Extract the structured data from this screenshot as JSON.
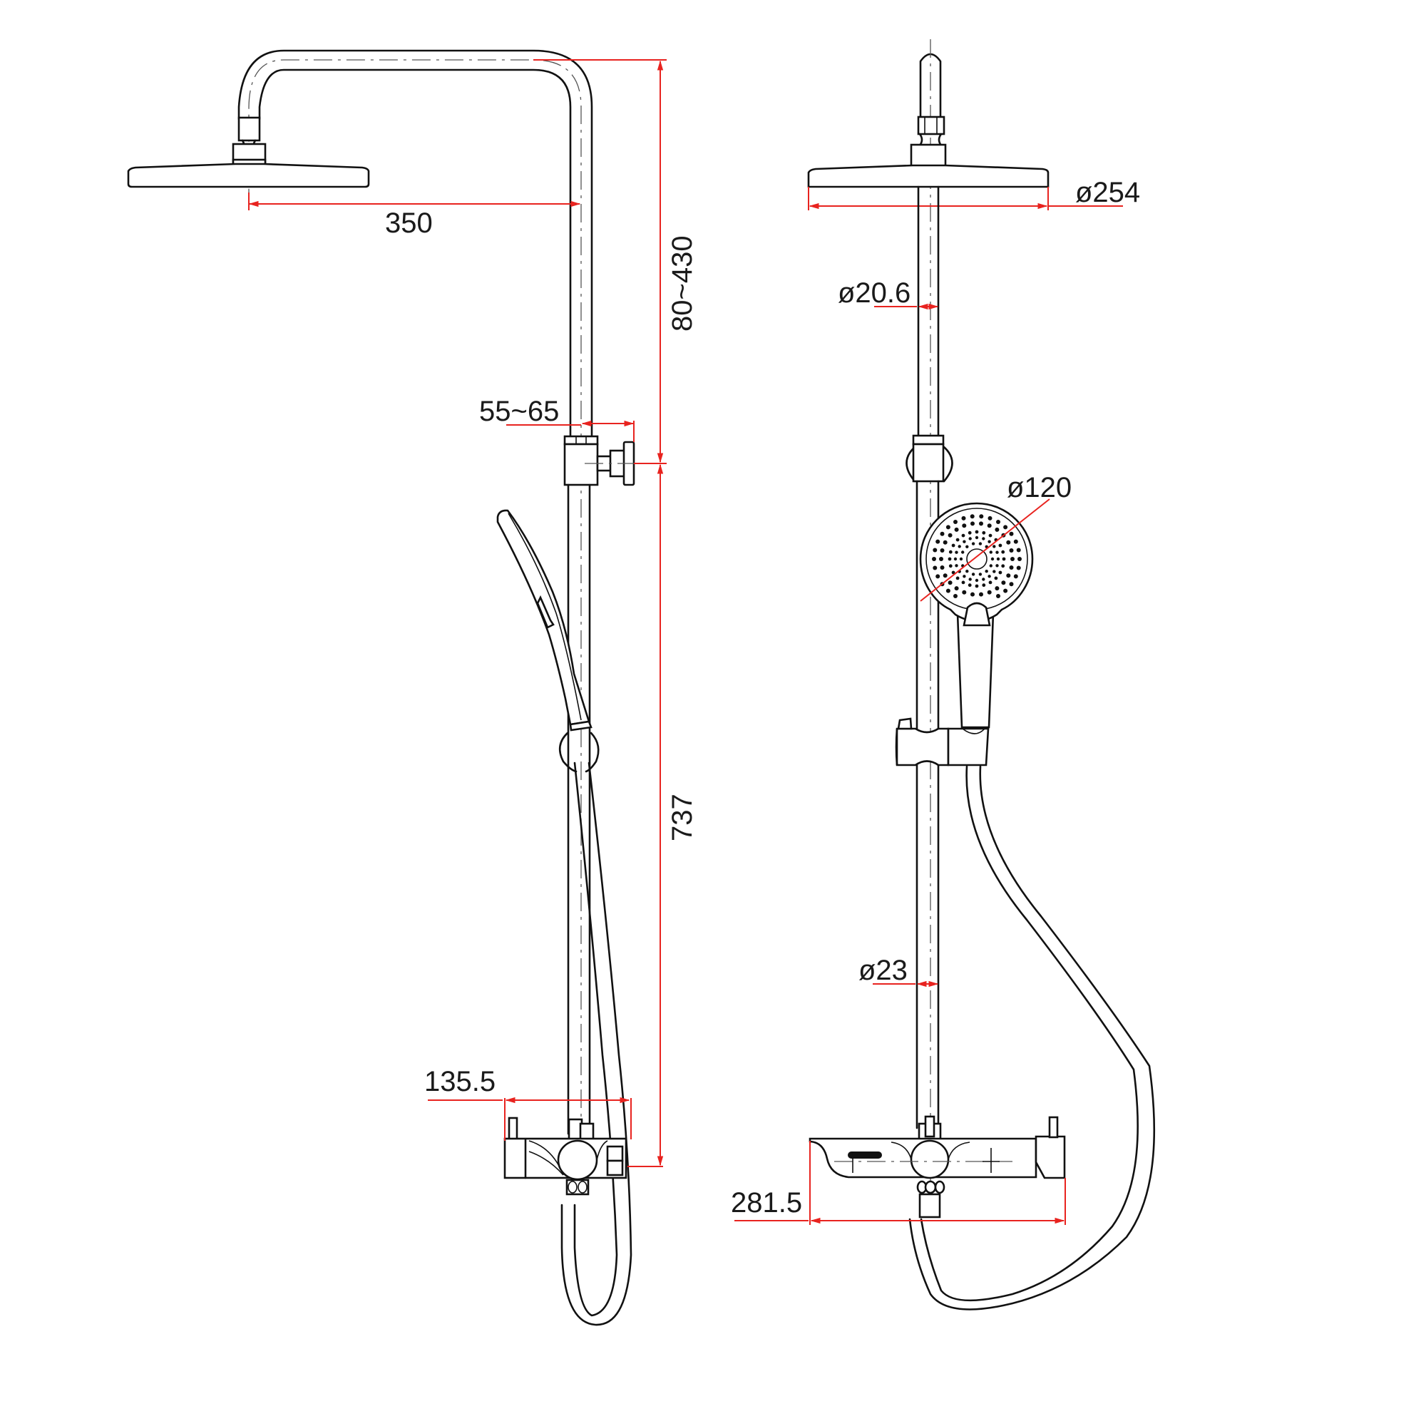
{
  "diagram": {
    "type": "technical drawing",
    "subject": "Thermostatic shower column with overhead rain shower, hand shower, slider bar and bath mixer",
    "views": [
      {
        "name": "side-view",
        "description": "Side elevation"
      },
      {
        "name": "front-view",
        "description": "Front elevation"
      }
    ],
    "dimension_color": "#e8231f",
    "line_color": "#111111"
  },
  "side_view": {
    "dimensions": {
      "arm_projection": "350",
      "height_adjust": "80~430",
      "wall_bracket_offset": "55~65",
      "lower_height": "737",
      "mixer_depth": "135.5"
    }
  },
  "front_view": {
    "dimensions": {
      "head_diameter": "ø254",
      "upper_pipe_diameter": "ø20.6",
      "hand_shower_diameter": "ø120",
      "lower_pipe_diameter": "ø23",
      "mixer_width": "281.5"
    }
  }
}
